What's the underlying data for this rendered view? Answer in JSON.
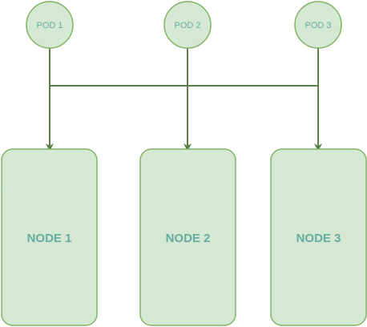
{
  "colors": {
    "pod_fill": "#d5e8d4",
    "pod_stroke": "#82b366",
    "pod_text": "#67ab9f",
    "node_fill": "#d5e8d4",
    "node_stroke": "#82b366",
    "node_text": "#67ab9f",
    "connector": "#5b7f48"
  },
  "pods": [
    {
      "id": "pod1",
      "label": "POD 1"
    },
    {
      "id": "pod2",
      "label": "POD 2"
    },
    {
      "id": "pod3",
      "label": "POD 3"
    }
  ],
  "nodes": [
    {
      "id": "node1",
      "label": "NODE 1"
    },
    {
      "id": "node2",
      "label": "NODE 2"
    },
    {
      "id": "node3",
      "label": "NODE 3"
    }
  ],
  "edges": [
    {
      "from": "pod1",
      "to": "node1"
    },
    {
      "from": "pod2",
      "to": "node2"
    },
    {
      "from": "pod3",
      "to": "node3"
    },
    {
      "from": "pod1",
      "to": "pod3",
      "kind": "bus"
    }
  ]
}
